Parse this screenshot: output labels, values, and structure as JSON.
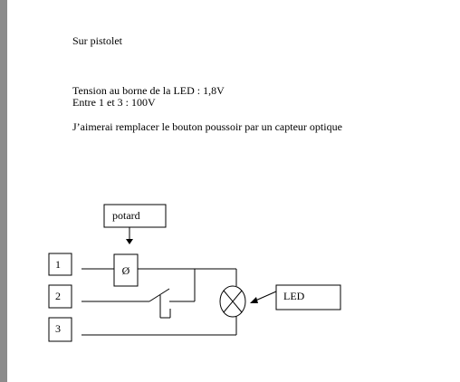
{
  "document": {
    "heading": "Sur pistolet",
    "paragraph_1_line_1": "Tension au borne de la LED : 1,8V",
    "paragraph_1_line_2": "Entre 1 et 3 : 100V",
    "paragraph_2": "J’aimerai remplacer le bouton poussoir par un capteur optique"
  },
  "diagram": {
    "potentiometer_label": "potard",
    "potentiometer_symbol": "Ø",
    "terminals": [
      "1",
      "2",
      "3"
    ],
    "led_label": "LED"
  }
}
